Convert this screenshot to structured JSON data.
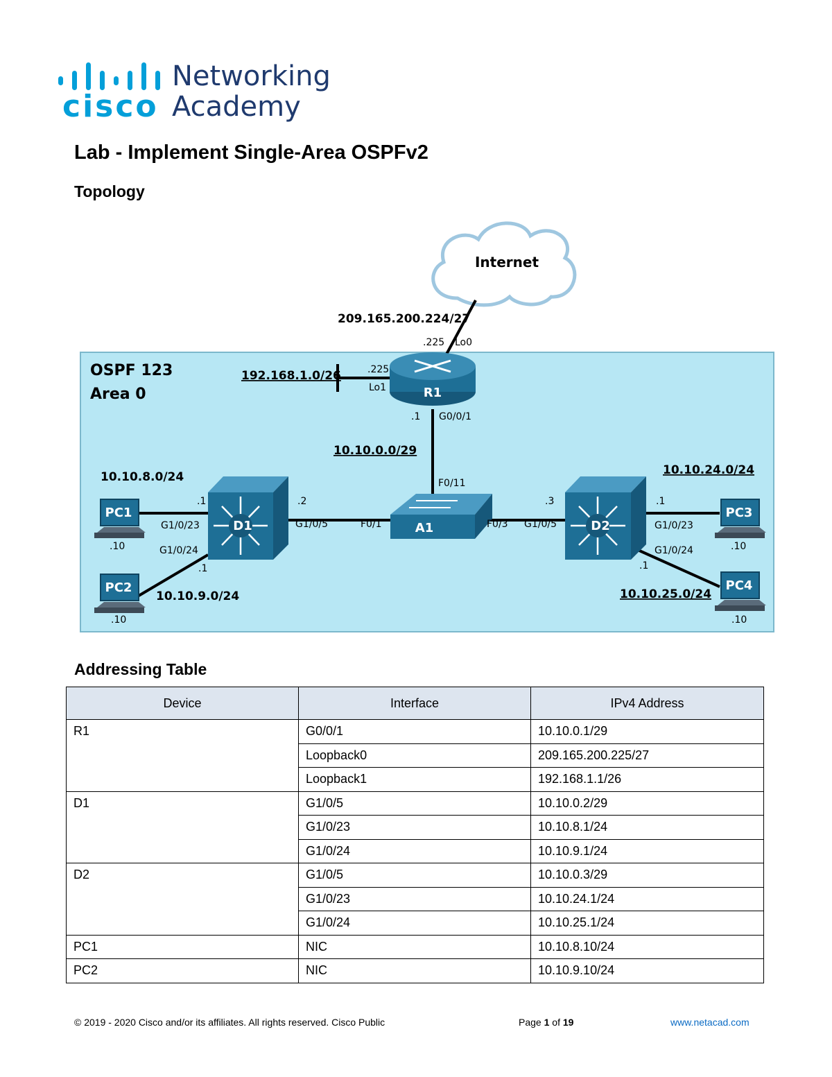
{
  "header": {
    "logo_icon": "cisco-logo-icon",
    "brand_line1": "Networking",
    "brand_line2": "Academy",
    "colors": {
      "cisco_blue": "#049fd9",
      "navy": "#1f3a6e"
    }
  },
  "title": "Lab - Implement Single-Area OSPFv2",
  "topology": {
    "heading": "Topology",
    "cloud_label": "Internet",
    "area_title": "OSPF 123",
    "area_sub": "Area 0",
    "devices": {
      "r1": "R1",
      "d1": "D1",
      "d2": "D2",
      "a1": "A1",
      "pc1": "PC1",
      "pc2": "PC2",
      "pc3": "PC3",
      "pc4": "PC4"
    },
    "networks": {
      "internet": "209.165.200.224/27",
      "lo1": "192.168.1.0/26",
      "r1_a1": "10.10.0.0/29",
      "pc1": "10.10.8.0/24",
      "pc2": "10.10.9.0/24",
      "pc3": "10.10.24.0/24",
      "pc4": "10.10.25.0/24"
    },
    "ports": {
      "r1_lo0_host": ".225",
      "r1_lo0": "Lo0",
      "r1_lo1_host": ".225",
      "r1_lo1": "Lo1",
      "r1_g_host": ".1",
      "r1_g": "G0/0/1",
      "a1_f011": "F0/11",
      "a1_f01": "F0/1",
      "a1_f03": "F0/3",
      "d1_g5_host": ".2",
      "d1_g5": "G1/0/5",
      "d1_g23_host": ".1",
      "d1_g23": "G1/0/23",
      "d1_g24": "G1/0/24",
      "d1_g24_host": ".1",
      "d2_g5_host": ".3",
      "d2_g5": "G1/0/5",
      "d2_g23_host": ".1",
      "d2_g23": "G1/0/23",
      "d2_g24": "G1/0/24",
      "d2_g24_host": ".1",
      "pc1_host": ".10",
      "pc2_host": ".10",
      "pc3_host": ".10",
      "pc4_host": ".10"
    },
    "colors": {
      "area_fill": "#b7e7f4",
      "device_blue": "#1e6f96",
      "link": "#000000"
    }
  },
  "addressing": {
    "heading": "Addressing Table",
    "columns": [
      "Device",
      "Interface",
      "IPv4 Address"
    ],
    "groups": [
      {
        "device": "R1",
        "rows": [
          {
            "interface": "G0/0/1",
            "address": "10.10.0.1/29"
          },
          {
            "interface": "Loopback0",
            "address": "209.165.200.225/27"
          },
          {
            "interface": "Loopback1",
            "address": "192.168.1.1/26"
          }
        ]
      },
      {
        "device": "D1",
        "rows": [
          {
            "interface": "G1/0/5",
            "address": "10.10.0.2/29"
          },
          {
            "interface": "G1/0/23",
            "address": "10.10.8.1/24"
          },
          {
            "interface": "G1/0/24",
            "address": "10.10.9.1/24"
          }
        ]
      },
      {
        "device": "D2",
        "rows": [
          {
            "interface": "G1/0/5",
            "address": "10.10.0.3/29"
          },
          {
            "interface": "G1/0/23",
            "address": "10.10.24.1/24"
          },
          {
            "interface": "G1/0/24",
            "address": "10.10.25.1/24"
          }
        ]
      },
      {
        "device": "PC1",
        "rows": [
          {
            "interface": "NIC",
            "address": "10.10.8.10/24"
          }
        ]
      },
      {
        "device": "PC2",
        "rows": [
          {
            "interface": "NIC",
            "address": "10.10.9.10/24"
          }
        ]
      }
    ]
  },
  "footer": {
    "copyright": "© 2019 - 2020 Cisco and/or its affiliates. All rights reserved. Cisco Public",
    "page_word": "Page",
    "page_num": "1",
    "of_word": "of",
    "page_total": "19",
    "website": "www.netacad.com"
  }
}
